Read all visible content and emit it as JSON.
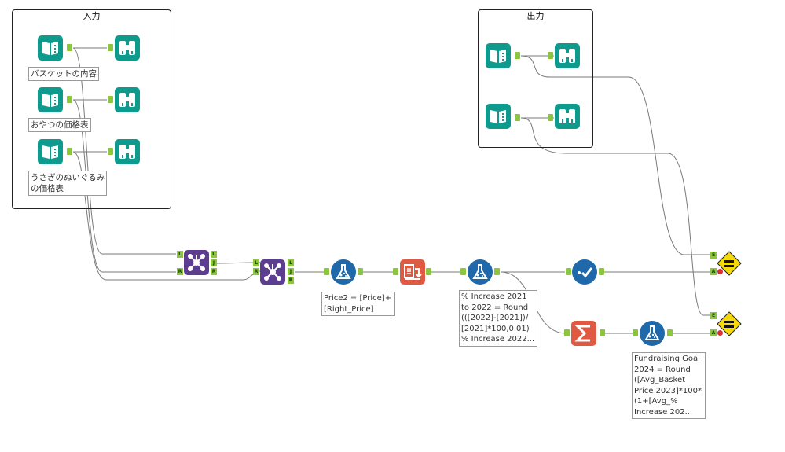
{
  "containers": {
    "input": {
      "title": "入力"
    },
    "output": {
      "title": "出力"
    }
  },
  "labels": {
    "basket": "バスケットの内容",
    "snacks": "おやつの価格表",
    "plush": "うさぎのぬいぐるみ\nの価格表"
  },
  "annotations": {
    "formula1": "Price2 = [Price]+\n[Right_Price]",
    "formula2": "% Increase 2021\nto 2022 = Round\n(([2022]-[2021])/\n[2021]*100,0.01)\n% Increase 2022...",
    "formula3": "Fundraising Goal\n2024 = Round\n([Avg_Basket\nPrice 2023]*100*\n(1+[Avg_%\nIncrease 202..."
  },
  "anchor_letters": {
    "left": "L",
    "right": "R",
    "join": "J",
    "expected": "E",
    "actual": "A"
  },
  "colors": {
    "input_tool": "#0e9a8c",
    "join_tool": "#5d3d8f",
    "formula_tool": "#1f68a9",
    "transform_tool": "#e05a43",
    "anchor": "#8cc63f",
    "test_tool": "#f5d90a"
  },
  "icons": [
    "input-data-icon",
    "browse-icon",
    "join-icon",
    "formula-icon",
    "crosstab-icon",
    "select-icon",
    "summarize-icon",
    "test-icon"
  ]
}
